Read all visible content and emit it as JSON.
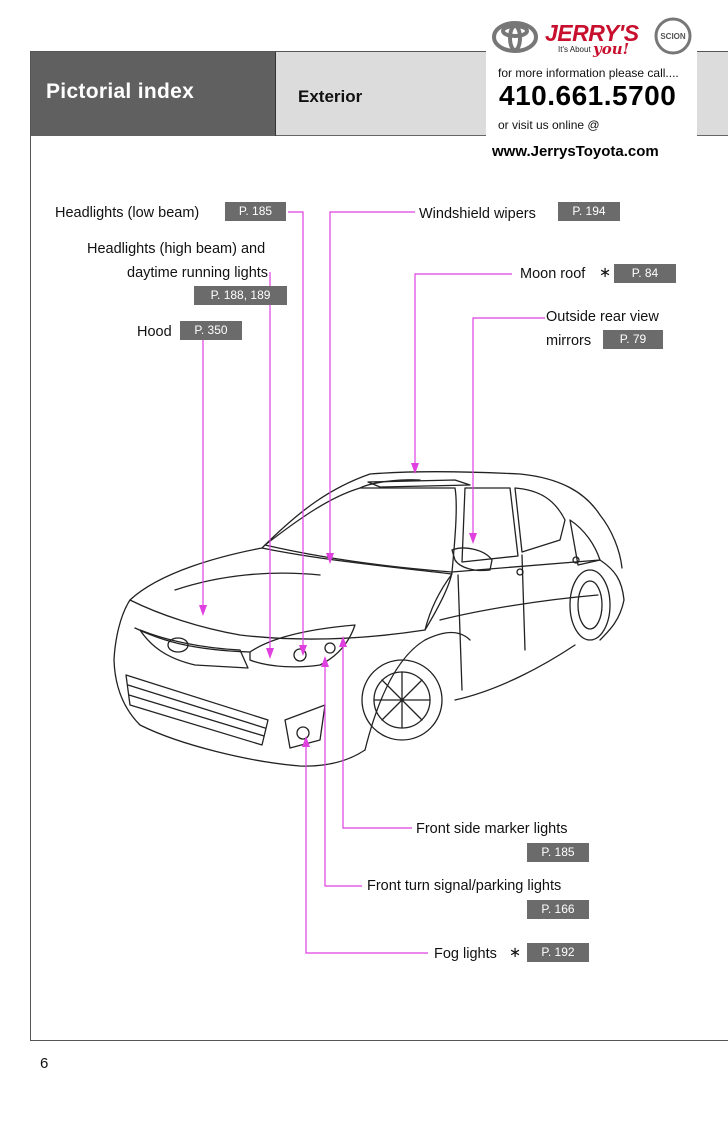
{
  "header": {
    "title": "Pictorial index",
    "section": "Exterior"
  },
  "ad": {
    "brand": "JERRY'S",
    "tagline_prefix": "It's About",
    "tagline_word": "you!",
    "line1": "for more information please call....",
    "phone": "410.661.5700",
    "line2": "or visit us online @",
    "website": "www.JerrysToyota.com",
    "logos": [
      "toyota-logo",
      "scion-logo"
    ]
  },
  "callouts": {
    "headlights_low": {
      "label": "Headlights (low beam)",
      "ref": "P. 185"
    },
    "headlights_high": {
      "label_line1": "Headlights (high beam) and",
      "label_line2": "daytime running lights",
      "ref": "P. 188, 189"
    },
    "hood": {
      "label": "Hood",
      "ref": "P. 350"
    },
    "windshield_wipers": {
      "label": "Windshield wipers",
      "ref": "P. 194"
    },
    "moon_roof": {
      "label": "Moon roof",
      "mark": "∗",
      "ref": "P. 84"
    },
    "mirrors": {
      "label_line1": "Outside rear view",
      "label_line2": "mirrors",
      "ref": "P. 79"
    },
    "side_marker": {
      "label": "Front side marker lights",
      "ref": "P. 185"
    },
    "turn_signal": {
      "label": "Front turn signal/parking lights",
      "ref": "P. 166"
    },
    "fog_lights": {
      "label": "Fog lights",
      "mark": "∗",
      "ref": "P. 192"
    }
  },
  "colors": {
    "leader": "#e040e0",
    "ref_badge": "#6b6b6b",
    "header_dark": "#606060",
    "header_light": "#dcdcdc",
    "brand_red": "#c8102e"
  },
  "page_number": "6"
}
